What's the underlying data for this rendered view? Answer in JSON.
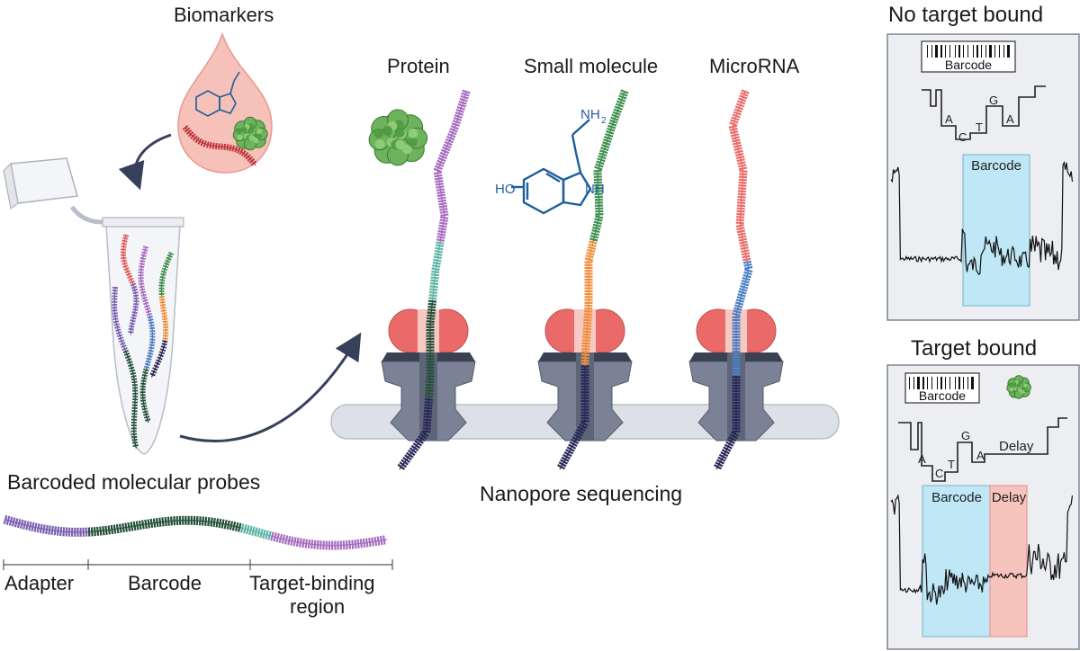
{
  "labels": {
    "biomarkers": "Biomarkers",
    "probes": "Barcoded molecular probes",
    "seq": "Nanopore sequencing",
    "protein": "Protein",
    "small_molecule": "Small molecule",
    "microrna": "MicroRNA",
    "adapter": "Adapter",
    "barcode": "Barcode",
    "target_binding_1": "Target-binding",
    "target_binding_2": "region"
  },
  "molecule": {
    "ho": "HO",
    "nh": "NH",
    "nh2": "NH",
    "nh2_sub": "2"
  },
  "panels": {
    "top": {
      "title": "No target bound",
      "barcode_label": "Barcode",
      "bases": [
        "A",
        "C",
        "T",
        "G",
        "A"
      ],
      "region_label": "Barcode"
    },
    "bottom": {
      "title": "Target bound",
      "barcode_label": "Barcode",
      "bases": [
        "A",
        "C",
        "T",
        "G",
        "A"
      ],
      "delay_label": "Delay",
      "region_label": "Barcode",
      "delay_region_label": "Delay"
    }
  },
  "colors": {
    "purple": "#7b5fb0",
    "navy": "#2b2858",
    "darkgreen": "#25503a",
    "teal": "#5fb5a8",
    "violet": "#a86dbf",
    "green": "#3f8f4e",
    "orange": "#ef8f3a",
    "red": "#ea6a6a",
    "blue": "#4d7fc4",
    "salmon": "#f2b3ad",
    "pore": "#7b8296",
    "poreDark": "#3a4152",
    "membrane": "#dde1e7",
    "panelBg": "#eceef2",
    "cyan": "#bfe7f5",
    "pink": "#f7c3bd",
    "arrow": "#37405a",
    "mol": "#1f5d9e",
    "protein": "#6db25c"
  }
}
